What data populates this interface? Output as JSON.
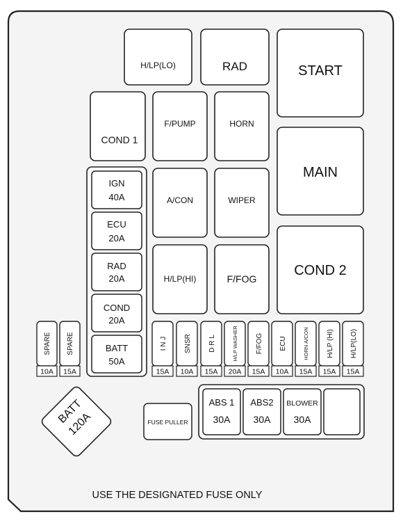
{
  "panel": {
    "bg_color": "#f4f4f4",
    "stroke_color": "#222222",
    "accent_color": "#ffffff"
  },
  "large_fuses": {
    "hlp_lo": "H/LP(LO)",
    "rad": "RAD",
    "start": "START",
    "main": "MAIN",
    "cond2_label": "COND  2"
  },
  "relays": {
    "cond1": "COND  1",
    "fpump": "F/PUMP",
    "horn": "HORN",
    "acon": "A/CON",
    "wiper": "WIPER",
    "hlp_hi": "H/LP(HI)",
    "ffog": "F/FOG"
  },
  "cartridge_fuses": [
    {
      "name": "IGN",
      "amp": "40A"
    },
    {
      "name": "ECU",
      "amp": "20A"
    },
    {
      "name": "RAD",
      "amp": "20A"
    },
    {
      "name": "COND",
      "amp": "20A"
    },
    {
      "name": "BATT",
      "amp": "50A"
    }
  ],
  "spare_fuses": [
    {
      "name": "SPARE",
      "amp": "10A"
    },
    {
      "name": "SPARE",
      "amp": "15A"
    }
  ],
  "mini_fuses": [
    {
      "name": "I N J",
      "amp": "15A"
    },
    {
      "name": "SNSR",
      "amp": "10A"
    },
    {
      "name": "D R L",
      "amp": "15A"
    },
    {
      "name": "H/LP WASHER",
      "amp": "20A"
    },
    {
      "name": "F/FOG",
      "amp": "15A"
    },
    {
      "name": "ECU",
      "amp": "10A"
    },
    {
      "name": "HORN A/CON",
      "amp": "15A"
    },
    {
      "name": "H/LP (HI)",
      "amp": "15A"
    },
    {
      "name": "H/LP(LO)",
      "amp": "15A"
    }
  ],
  "batt_fuse": {
    "name": "BATT",
    "amp": "120A"
  },
  "fuse_puller": "FUSE PULLER",
  "bottom_fuses": [
    {
      "name": "ABS 1",
      "amp": "30A"
    },
    {
      "name": "ABS2",
      "amp": "30A"
    },
    {
      "name": "BLOWER",
      "amp": "30A"
    },
    {
      "name": "",
      "amp": ""
    }
  ],
  "footer_text": "USE THE DESIGNATED FUSE ONLY"
}
